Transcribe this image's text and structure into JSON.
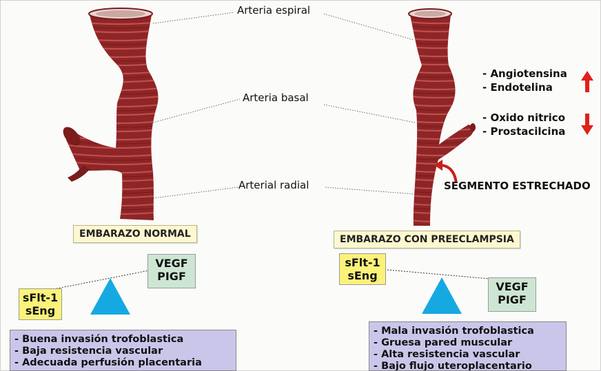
{
  "labels": {
    "spiral": "Arteria espiral",
    "basal": "Arteria basal",
    "radial": "Arterial radial"
  },
  "left": {
    "title": "EMBARAZO NORMAL",
    "inhibitors": [
      "sFlt-1",
      "sEng"
    ],
    "factors": [
      "VEGF",
      "PIGF"
    ],
    "outcomes": [
      "- Buena invasión trofoblastica",
      "- Baja resistencia vascular",
      "- Adecuada perfusión placentaria"
    ]
  },
  "right": {
    "title": "EMBARAZO CON PREECLAMPSIA",
    "inhibitors": [
      "sFlt-1",
      "sEng"
    ],
    "factors": [
      "VEGF",
      "PIGF"
    ],
    "increased": [
      "- Angiotensina",
      "- Endotelina"
    ],
    "decreased": [
      "- Oxido nitrico",
      "- Prostacilcina"
    ],
    "segment": "SEGMENTO ESTRECHADO",
    "outcomes": [
      "- Mala invasión trofoblastica",
      "- Gruesa pared muscular",
      "- Alta resistencia vascular",
      "- Bajo flujo uteroplacentario"
    ]
  },
  "colors": {
    "artery": "#8e2526",
    "artery_light": "#b4403f",
    "up_arrow": "#e0201c",
    "down_arrow": "#e0201c",
    "triangle": "#16a9e1",
    "title_box": "#fdf8cf",
    "inhibitor_box": "#fbf27a",
    "factor_box": "#cde6d3",
    "outcome_box": "#cac6ea"
  },
  "icons": [
    "arrow-up-icon",
    "arrow-down-icon",
    "curved-arrow-icon",
    "balance-triangle-icon"
  ]
}
